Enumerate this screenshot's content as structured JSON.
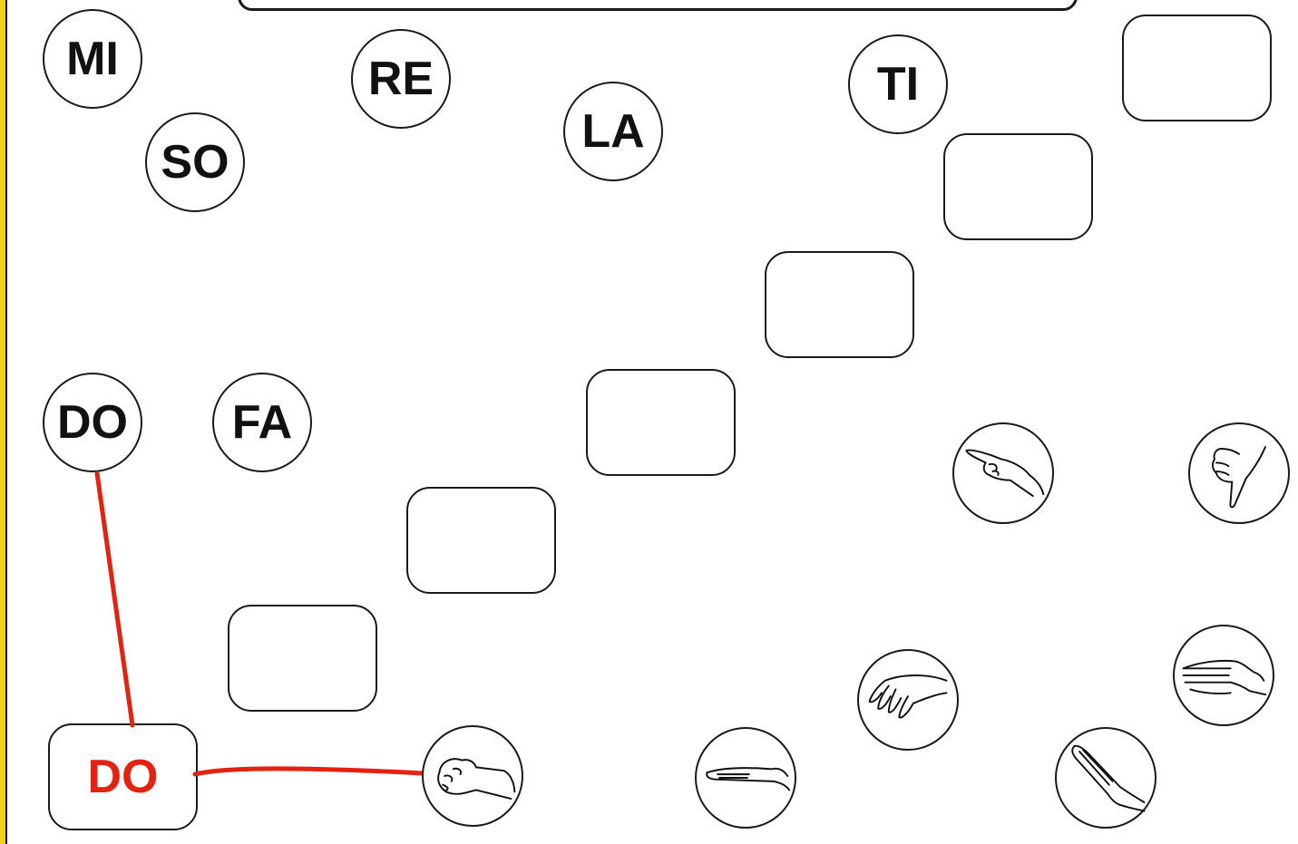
{
  "syllables": {
    "mi": "MI",
    "re": "RE",
    "so": "SO",
    "la": "LA",
    "ti": "TI",
    "do": "DO",
    "fa": "FA"
  },
  "slots": {
    "bottom_answer": "DO"
  },
  "colors": {
    "frame": "#f2d21c",
    "connector": "#e32212",
    "ink": "#1a1a1a"
  },
  "hand_signs": [
    "hand-fist-icon",
    "hand-flat-icon",
    "hand-fingers-down-icon",
    "hand-diagonal-icon",
    "hand-point-icon",
    "hand-thumb-down-icon",
    "hand-open-icon"
  ]
}
